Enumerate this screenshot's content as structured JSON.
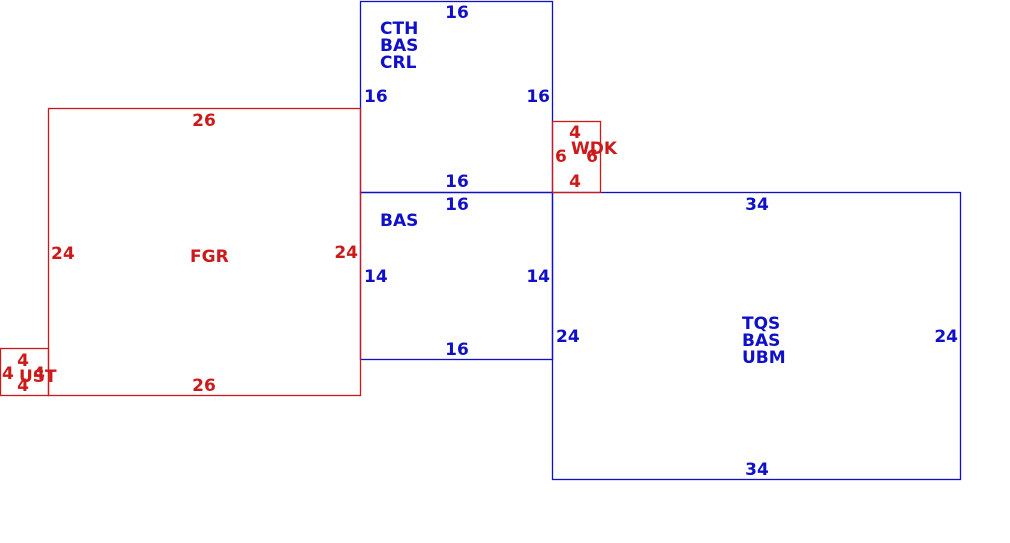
{
  "colors": {
    "blue": "#1010c8",
    "red": "#cc1a1a"
  },
  "areas": {
    "cth": {
      "codes": [
        "CTH",
        "BAS",
        "CRL"
      ],
      "dims": {
        "top": "16",
        "left": "16",
        "right": "16",
        "bottom": "16"
      }
    },
    "bas": {
      "codes": [
        "BAS"
      ],
      "dims": {
        "top": "16",
        "left": "14",
        "right": "14",
        "bottom": "16"
      }
    },
    "tqs": {
      "codes": [
        "TQS",
        "BAS",
        "UBM"
      ],
      "dims": {
        "top": "34",
        "left": "24",
        "right": "24",
        "bottom": "34"
      }
    },
    "fgr": {
      "codes": [
        "FGR"
      ],
      "dims": {
        "top": "26",
        "left": "24",
        "right": "24",
        "bottom": "26"
      }
    },
    "wdk": {
      "codes": [
        "WDK"
      ],
      "dims": {
        "top": "4",
        "left": "6",
        "right": "6",
        "bottom": "4"
      }
    },
    "ust": {
      "codes": [
        "UST"
      ],
      "dims": {
        "top": "4",
        "left": "4",
        "right": "4",
        "bottom": "4"
      }
    }
  }
}
